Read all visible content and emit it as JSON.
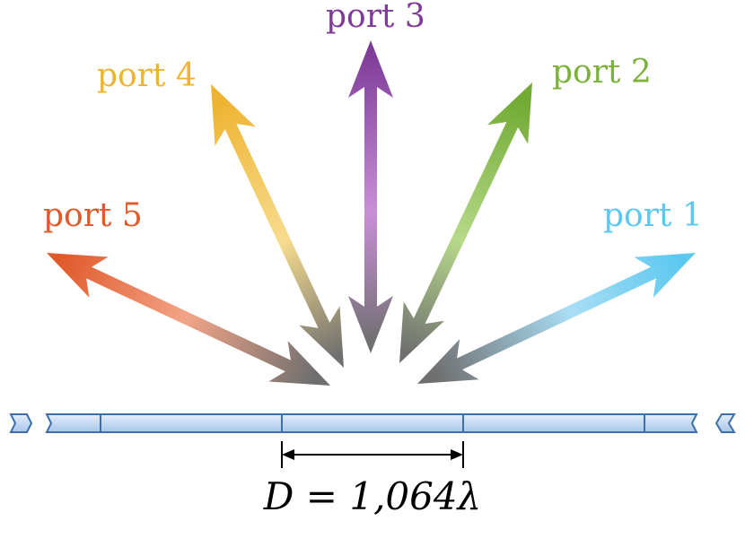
{
  "ports": [
    {
      "label": "port 1",
      "color": "#5bc8ef"
    },
    {
      "label": "port 2",
      "color": "#7bb23a"
    },
    {
      "label": "port 3",
      "color": "#7e3b97"
    },
    {
      "label": "port 4",
      "color": "#eeb431"
    },
    {
      "label": "port 5",
      "color": "#e0592a"
    }
  ],
  "dimension": {
    "formula": "D = 1,064λ"
  },
  "colors": {
    "arrow_base": "#6f6f6f",
    "waveguide_fill": "#c6daf2",
    "waveguide_stroke": "#3f6fa8"
  }
}
